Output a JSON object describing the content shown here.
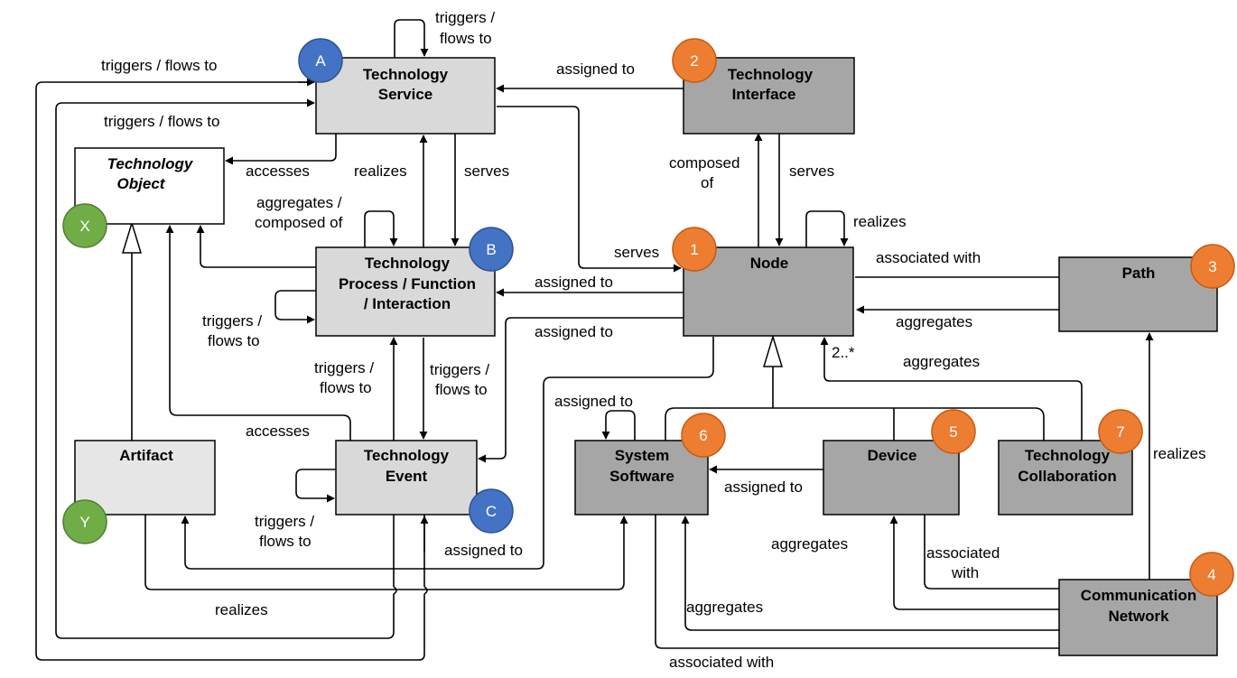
{
  "nodes": {
    "tech_service": [
      "Technology",
      "Service"
    ],
    "tech_interface": [
      "Technology",
      "Interface"
    ],
    "tech_object": [
      "Technology",
      "Object"
    ],
    "tech_process": [
      "Technology",
      "Process / Function",
      "/ Interaction"
    ],
    "node": [
      "Node"
    ],
    "path": [
      "Path"
    ],
    "artifact": [
      "Artifact"
    ],
    "tech_event": [
      "Technology",
      "Event"
    ],
    "system_software": [
      "System",
      "Software"
    ],
    "device": [
      "Device"
    ],
    "tech_collab": [
      "Technology",
      "Collaboration"
    ],
    "comm_network": [
      "Communication",
      "Network"
    ]
  },
  "badges": {
    "a": "A",
    "b": "B",
    "c": "C",
    "n1": "1",
    "n2": "2",
    "n3": "3",
    "n4": "4",
    "n5": "5",
    "n6": "6",
    "n7": "7",
    "x": "X",
    "y": "Y"
  },
  "badge_colors": {
    "blue": "#4472c4",
    "orange": "#ed7d31",
    "green": "#70ad47"
  },
  "labels": {
    "svc_self_1": "triggers /",
    "svc_self_2": "flows to",
    "triggers_top": "triggers / flows to",
    "triggers_second": "triggers / flows to",
    "assigned_iface": "assigned to",
    "accesses_top": "accesses",
    "realizes_mid": "realizes",
    "serves_mid": "serves",
    "composed_1": "composed",
    "composed_2": "of",
    "serves_iface": "serves",
    "realizes_node": "realizes",
    "agg_comp_1": "aggregates /",
    "agg_comp_2": "composed of",
    "serves_node": "serves",
    "assigned_proc": "assigned to",
    "assoc_path": "associated with",
    "trig_proc_1": "triggers /",
    "trig_proc_2": "flows to",
    "assigned_event": "assigned to",
    "aggregates_path": "aggregates",
    "two_star": "2..*",
    "aggregates_collab": "aggregates",
    "trig_l_1": "triggers /",
    "trig_l_2": "flows to",
    "trig_r_1": "triggers /",
    "trig_r_2": "flows to",
    "assigned_sys_self": "assigned to",
    "accesses_bottom": "accesses",
    "realizes_path": "realizes",
    "assigned_sys": "assigned to",
    "trig_ev_1": "triggers /",
    "trig_ev_2": "flows to",
    "aggregates_dev": "aggregates",
    "assoc_dev_1": "associated",
    "assoc_dev_2": "with",
    "assigned_bottom": "assigned to",
    "realizes_bottom": "realizes",
    "aggregates_sys": "aggregates",
    "assoc_bottom": "associated with"
  }
}
